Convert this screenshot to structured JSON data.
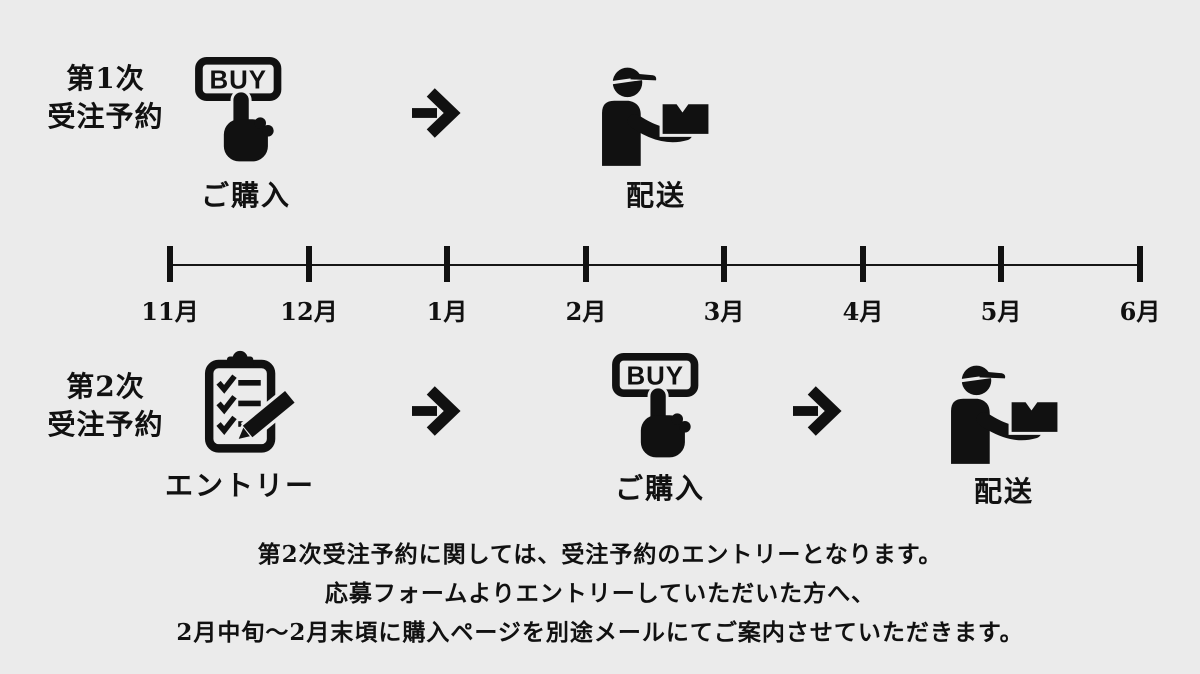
{
  "page": {
    "background_color": "#ebebeb",
    "ink_color": "#111111"
  },
  "phase1": {
    "title_line1": "第1次",
    "title_line2": "受注予約",
    "steps": [
      {
        "icon": "buy-button-icon",
        "label": "ご購入"
      },
      {
        "icon": "delivery-person-icon",
        "label": "配送"
      }
    ]
  },
  "timeline": {
    "months": [
      "11月",
      "12月",
      "1月",
      "2月",
      "3月",
      "4月",
      "5月",
      "6月"
    ]
  },
  "phase2": {
    "title_line1": "第2次",
    "title_line2": "受注予約",
    "steps": [
      {
        "icon": "clipboard-checklist-icon",
        "label": "エントリー"
      },
      {
        "icon": "buy-button-icon",
        "label": "ご購入"
      },
      {
        "icon": "delivery-person-icon",
        "label": "配送"
      }
    ]
  },
  "connector_icon": "arrow-right-icon",
  "buy_button_text": "BUY",
  "footnote": {
    "lines": [
      "第2次受注予約に関しては、受注予約のエントリーとなります。",
      "応募フォームよりエントリーしていただいた方へ、",
      "2月中旬〜2月末頃に購入ページを別途メールにてご案内させていただきます。"
    ]
  }
}
